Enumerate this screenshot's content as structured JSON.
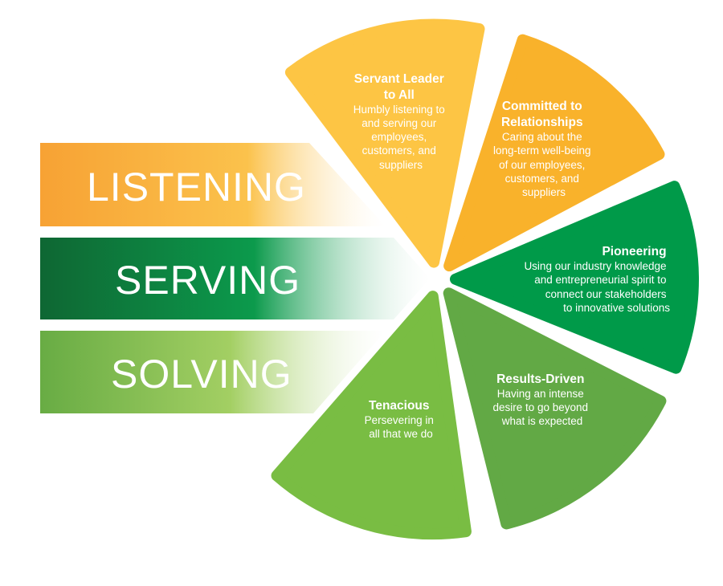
{
  "bands": [
    {
      "label": "LISTENING",
      "colors": [
        "#F7A234",
        "#FBC24C",
        "#FFFFFF"
      ]
    },
    {
      "label": "SERVING",
      "colors": [
        "#0E6733",
        "#0C9A4C",
        "#FFFFFF"
      ]
    },
    {
      "label": "SOLVING",
      "colors": [
        "#68AC44",
        "#A3CF63",
        "#FFFFFF"
      ]
    }
  ],
  "wedges": [
    {
      "title": [
        "Servant Leader",
        "to All"
      ],
      "body": [
        "Humbly listening to",
        "and serving our",
        "employees,",
        "customers, and",
        "suppliers"
      ],
      "color": "#FDC544"
    },
    {
      "title": [
        "Committed to",
        "Relationships"
      ],
      "body": [
        "Caring about the",
        "long-term well-being",
        "of our employees,",
        "customers, and",
        "suppliers"
      ],
      "color": "#F9B22B"
    },
    {
      "title": [
        "Pioneering"
      ],
      "body": [
        "Using our industry knowledge",
        "and entrepreneurial spirit to",
        "connect our stakeholders",
        "to innovative solutions"
      ],
      "color": "#009A49"
    },
    {
      "title": [
        "Results-Driven"
      ],
      "body": [
        "Having an intense",
        "desire to go beyond",
        "what is expected"
      ],
      "color": "#62A945"
    },
    {
      "title": [
        "Tenacious"
      ],
      "body": [
        "Persevering in",
        "all that we do"
      ],
      "color": "#79BD43"
    }
  ]
}
